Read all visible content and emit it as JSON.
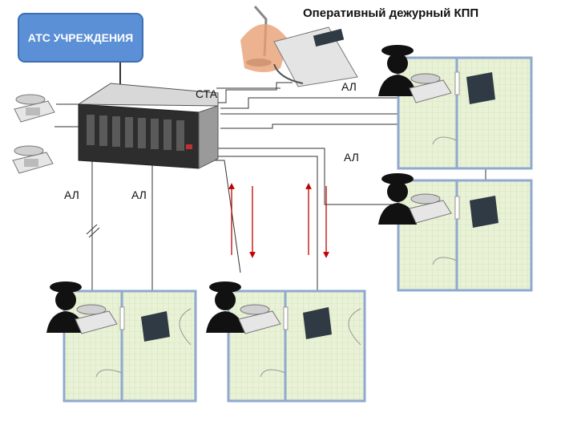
{
  "atc_label": "АТС УЧРЕЖДЕНИЯ",
  "duty_title": "Оперативный дежурный КПП",
  "labels": {
    "sta": "СТА",
    "al": "АЛ"
  },
  "colors": {
    "atc_fill": "#5b8fd6",
    "floor": "#e9f2d6",
    "wall": "#7f9fc8",
    "arrow": "#c00000"
  }
}
